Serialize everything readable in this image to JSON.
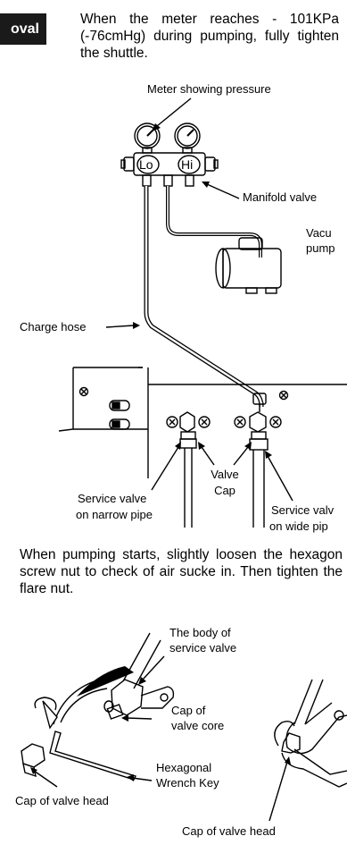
{
  "section_tab": "oval",
  "intro_text": "When the meter reaches - 101KPa (-76cmHg) during pumping, fully tighten the shuttle.",
  "labels": {
    "meter": "Meter showing pressure",
    "lo": "Lo",
    "hi": "Hi",
    "manifold": "Manifold valve",
    "vacuum_line1": "Vacu",
    "vacuum_line2": "pump",
    "charge_hose": "Charge hose",
    "valve_cap_line1": "Valve",
    "valve_cap_line2": "Cap",
    "svc_narrow_line1": "Service valve",
    "svc_narrow_line2": "on narrow pipe",
    "svc_wide_line1": "Service valv",
    "svc_wide_line2": "on wide pip"
  },
  "mid_text": "When pumping starts, slightly loosen the hexagon screw nut to check of air sucke in. Then tighten the flare nut.",
  "labels2": {
    "body_line1": "The body of",
    "body_line2": "service valve",
    "core_line1": "Cap of",
    "core_line2": "valve core",
    "wrench_line1": "Hexagonal",
    "wrench_line2": "Wrench Key",
    "head_left": "Cap of valve head",
    "head_right": "Cap of valve head"
  }
}
